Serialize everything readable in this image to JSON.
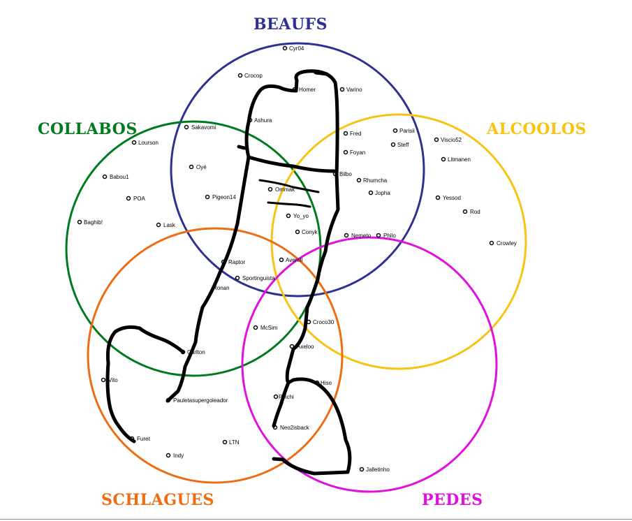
{
  "sets": [
    {
      "id": "beaufs",
      "title": "BEAUFS",
      "color": "#2e3192"
    },
    {
      "id": "collabos",
      "title": "COLLABOS",
      "color": "#007a1c"
    },
    {
      "id": "alcoolos",
      "title": "ALCOOLOS",
      "color": "#f7c413"
    },
    {
      "id": "schlagues",
      "title": "SCHLAGUES",
      "color": "#ee6d12"
    },
    {
      "id": "pedes",
      "title": "PEDES",
      "color": "#e010e0"
    }
  ],
  "members": [
    {
      "label": "Cyr04"
    },
    {
      "label": "Crocop"
    },
    {
      "label": "Homer"
    },
    {
      "label": "Varino"
    },
    {
      "label": "Ashura"
    },
    {
      "label": "Sakavomi"
    },
    {
      "label": "Lourson"
    },
    {
      "label": "Fred"
    },
    {
      "label": "Parisii"
    },
    {
      "label": "Viscio52"
    },
    {
      "label": "Steff"
    },
    {
      "label": "Foyan"
    },
    {
      "label": "Litmanen"
    },
    {
      "label": "Oyé"
    },
    {
      "label": "Bilbo"
    },
    {
      "label": "Babou1"
    },
    {
      "label": "Rhumcha"
    },
    {
      "label": "Jopha"
    },
    {
      "label": "Ommak"
    },
    {
      "label": "POA"
    },
    {
      "label": "Pigeon14"
    },
    {
      "label": "Yessod"
    },
    {
      "label": "Rod"
    },
    {
      "label": "Baghib!"
    },
    {
      "label": "Lask"
    },
    {
      "label": "Yo_yo"
    },
    {
      "label": "Conyk"
    },
    {
      "label": "Nemeto"
    },
    {
      "label": "Philo"
    },
    {
      "label": "Crowley"
    },
    {
      "label": "Raptor"
    },
    {
      "label": "Averell"
    },
    {
      "label": "Sportinguista"
    },
    {
      "label": "Ronan"
    },
    {
      "label": "McSim"
    },
    {
      "label": "Croco30"
    },
    {
      "label": "Axeloo"
    },
    {
      "label": "Carlton"
    },
    {
      "label": "Vito"
    },
    {
      "label": "Hiso"
    },
    {
      "label": "Peichi"
    },
    {
      "label": "Pauletasupergoleador"
    },
    {
      "label": "Neo2isback"
    },
    {
      "label": "Furet"
    },
    {
      "label": "LTN"
    },
    {
      "label": "Indy"
    },
    {
      "label": "Jalletinho"
    }
  ]
}
